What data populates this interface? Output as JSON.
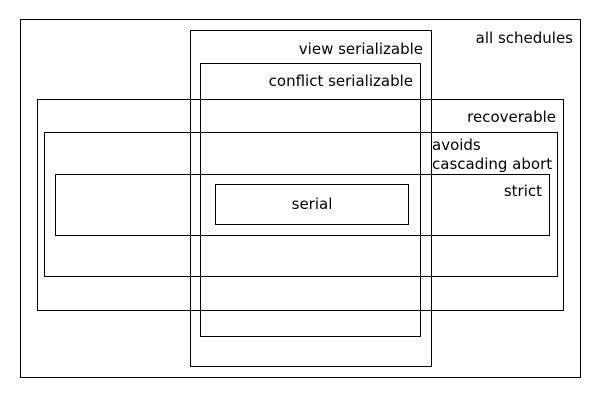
{
  "diagram": {
    "title": "schedule class containment",
    "type": "nested-set-venn",
    "background_color": "#ffffff",
    "stroke_color": "#000000",
    "text_color": "#000000",
    "regions": [
      {
        "id": "all_schedules",
        "label": "all schedules",
        "align": "right"
      },
      {
        "id": "view_serializable",
        "label": "view serializable",
        "align": "right"
      },
      {
        "id": "conflict_serializable",
        "label": "conflict serializable",
        "align": "right"
      },
      {
        "id": "recoverable",
        "label": "recoverable",
        "align": "right"
      },
      {
        "id": "avoids_cascading_abort",
        "label": "avoids\ncascading abort",
        "align": "left"
      },
      {
        "id": "strict",
        "label": "strict",
        "align": "right"
      },
      {
        "id": "serial",
        "label": "serial",
        "align": "center"
      }
    ]
  }
}
